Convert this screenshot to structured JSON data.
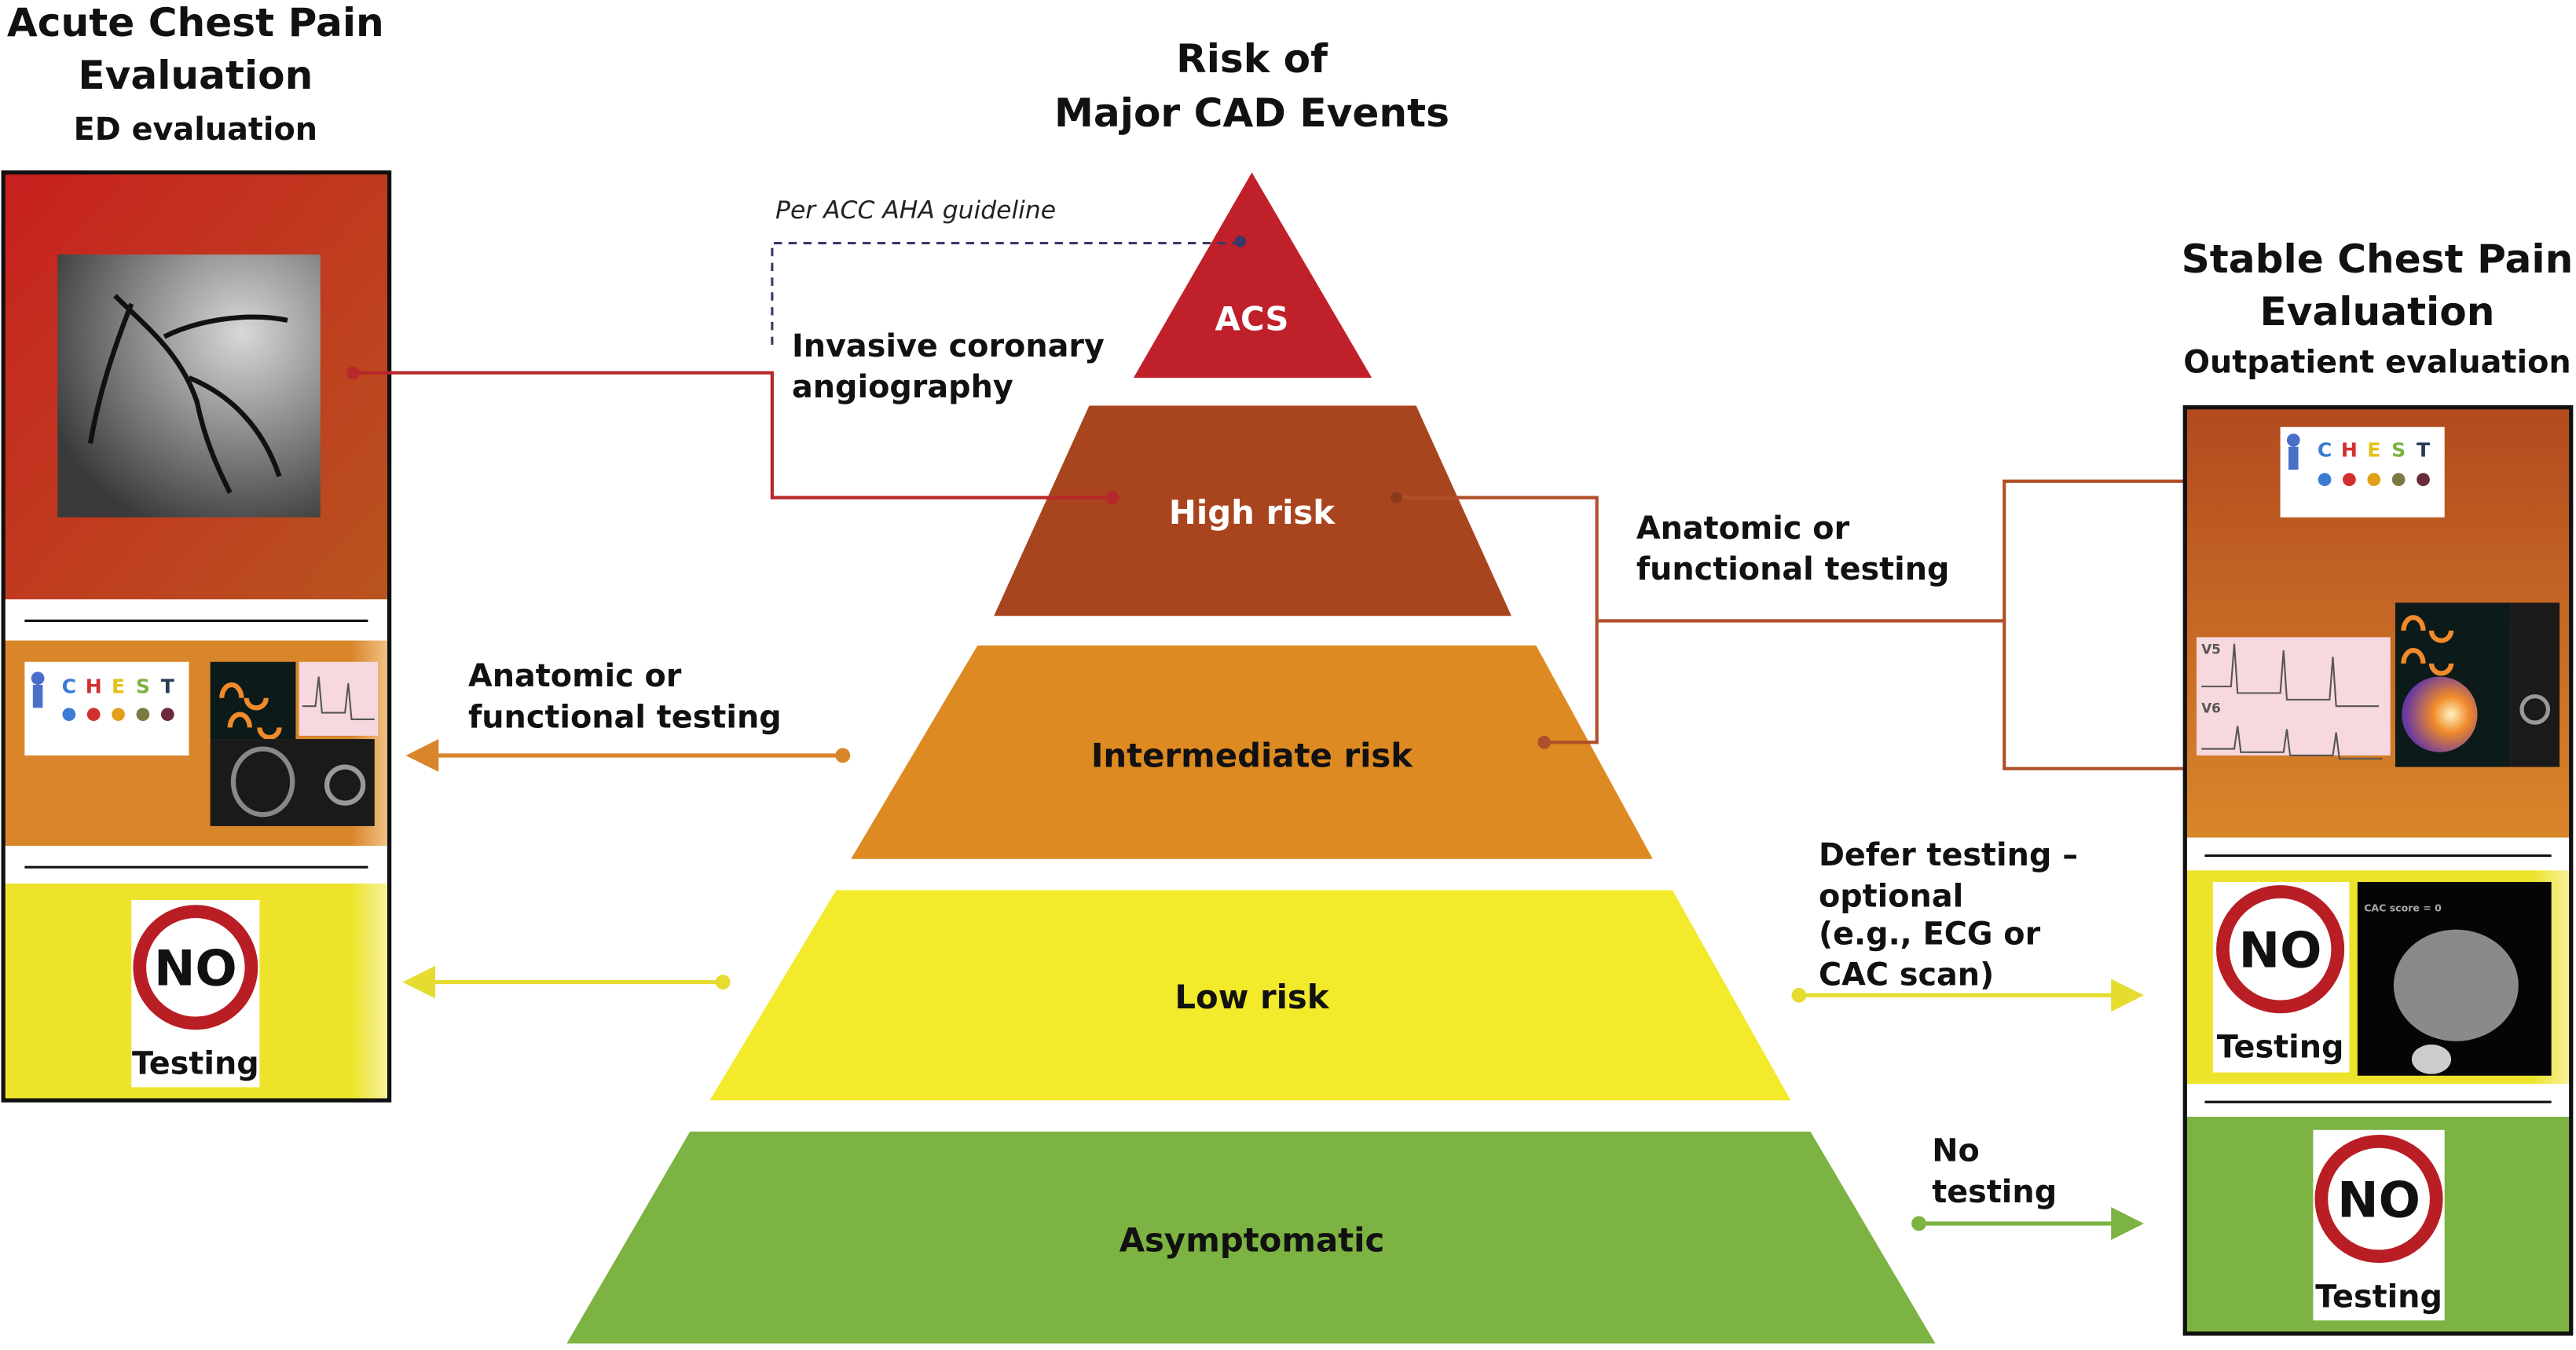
{
  "center": {
    "title_line1": "Risk of",
    "title_line2": "Major CAD Events"
  },
  "left": {
    "title_line1": "Acute Chest Pain",
    "title_line2": "Evaluation",
    "subtitle": "ED evaluation"
  },
  "right": {
    "title_line1": "Stable Chest Pain",
    "title_line2": "Evaluation",
    "subtitle": "Outpatient evaluation"
  },
  "pyramid": {
    "tiers": [
      {
        "label": "ACS",
        "color": "#c0202a"
      },
      {
        "label": "High risk",
        "color": "#a8451e"
      },
      {
        "label": "Intermediate risk",
        "color": "#dd8a22"
      },
      {
        "label": "Low risk",
        "color": "#f2ea2a"
      },
      {
        "label": "Asymptomatic",
        "color": "#7cb342"
      }
    ]
  },
  "annotations": {
    "guideline": "Per ACC AHA guideline",
    "invasive_line1": "Invasive coronary",
    "invasive_line2": "angiography",
    "right_testing_line1": "Anatomic or",
    "right_testing_line2": "functional testing",
    "left_testing_line1": "Anatomic or",
    "left_testing_line2": "functional testing",
    "defer_line1": "Defer testing –",
    "defer_line2": "optional",
    "defer_line3": "(e.g., ECG or",
    "defer_line4": "CAC scan)",
    "notest_line1": "No",
    "notest_line2": "testing"
  },
  "chest_letters": [
    "C",
    "H",
    "E",
    "S",
    "T"
  ],
  "ecg_leads": [
    "V5",
    "V6"
  ],
  "ct_label": "CAC score = 0",
  "no_sign": {
    "no": "NO",
    "testing": "Testing"
  }
}
